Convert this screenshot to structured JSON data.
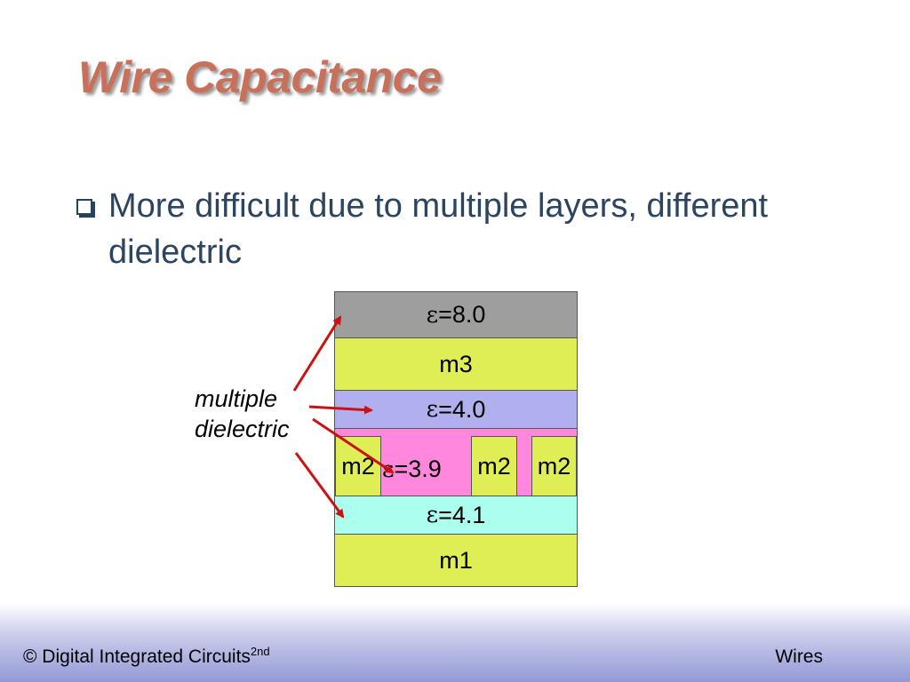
{
  "slide": {
    "title": "Wire Capacitance",
    "bullet": "More difficult due to multiple layers, different dielectric"
  },
  "diagram": {
    "label_line1": "multiple",
    "label_line2": "dielectric",
    "eps_symbol": "ε",
    "layers": {
      "top": "=8.0",
      "m3": "m3",
      "upper": "=4.0",
      "middle": "=3.9",
      "m2": "m2",
      "lower": "=4.1",
      "m1": "m1"
    }
  },
  "colors": {
    "title": "#c8705a",
    "text": "#2b4460",
    "arrow": "#cc1111",
    "eps8": "#9e9e9e",
    "metal": "#e0ee55",
    "eps4_0": "#b0b0ee",
    "eps3_9": "#ff88dd",
    "eps4_1": "#aaffee"
  },
  "footer": {
    "left": "© Digital Integrated Circuits",
    "left_sup": "2nd",
    "right": "Wires"
  }
}
